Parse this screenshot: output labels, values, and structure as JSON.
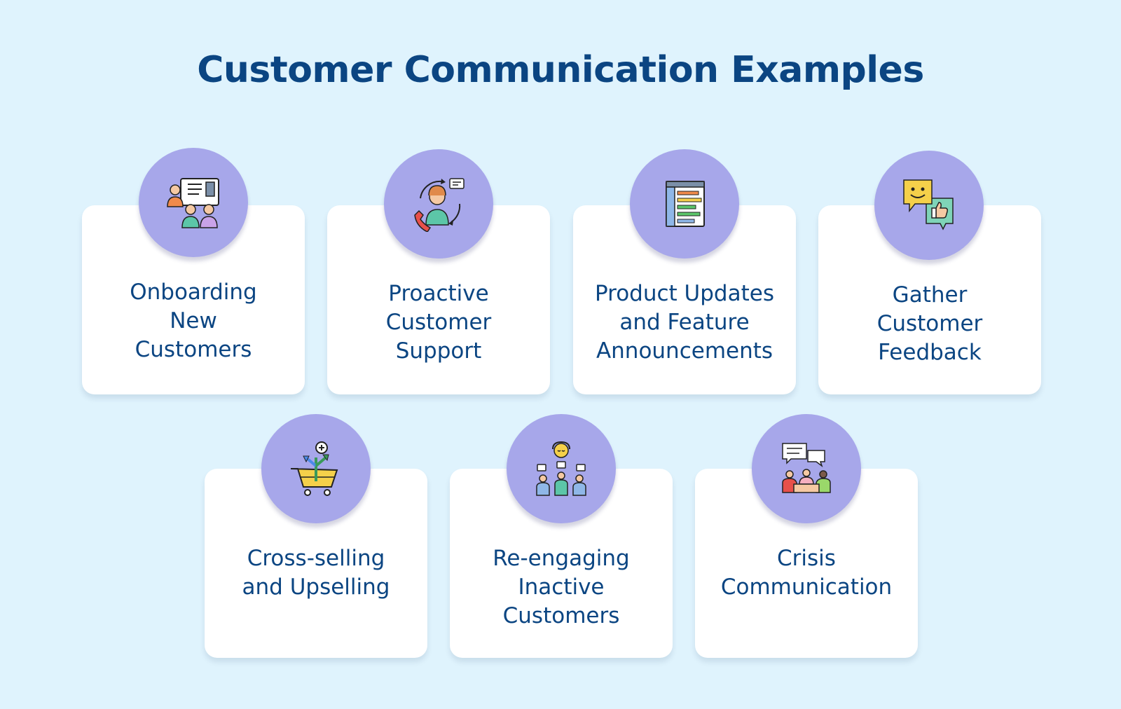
{
  "title": "Customer Communication Examples",
  "colors": {
    "background": "#dff3fd",
    "card": "#ffffff",
    "circle": "#a7a7ea",
    "text": "#0b4582"
  },
  "items": [
    {
      "icon": "onboarding-presentation-icon",
      "lines": [
        "Onboarding",
        "New",
        "Customers"
      ]
    },
    {
      "icon": "customer-support-agent-icon",
      "lines": [
        "Proactive",
        "Customer",
        "Support"
      ]
    },
    {
      "icon": "product-document-list-icon",
      "lines": [
        "Product Updates",
        "and Feature",
        "Announcements"
      ]
    },
    {
      "icon": "feedback-chat-bubbles-icon",
      "lines": [
        "Gather",
        "Customer",
        "Feedback"
      ]
    },
    {
      "icon": "shopping-cart-arrows-icon",
      "lines": [
        "Cross-selling",
        "and Upselling"
      ]
    },
    {
      "icon": "reengage-group-icon",
      "lines": [
        "Re-engaging",
        "Inactive",
        "Customers"
      ]
    },
    {
      "icon": "crisis-meeting-icon",
      "lines": [
        "Crisis",
        "Communication"
      ]
    }
  ]
}
